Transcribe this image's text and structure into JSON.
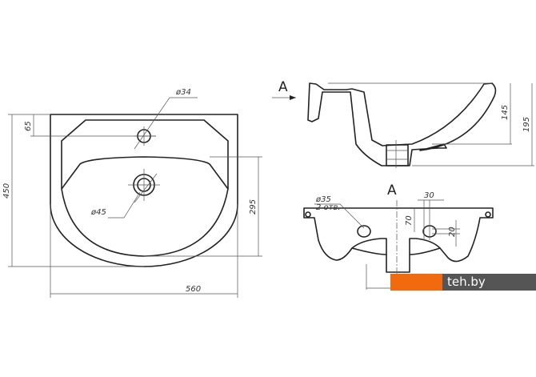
{
  "dimensions": {
    "width": "560",
    "height": "450",
    "tap_offset": "65",
    "bowl_length": "295",
    "tap_hole": "ø34",
    "drain_hole": "ø45",
    "side_depth_inner": "145",
    "side_depth_total": "195",
    "mount_holes": "ø35",
    "mount_holes_count": "2 отв.",
    "hole_spacing": "30",
    "hole_height": "70",
    "hole_size": "20"
  },
  "view_label": "A",
  "watermark": "teh.by",
  "colors": {
    "brand_orange": "#f26a10",
    "brand_gray": "#555555"
  }
}
